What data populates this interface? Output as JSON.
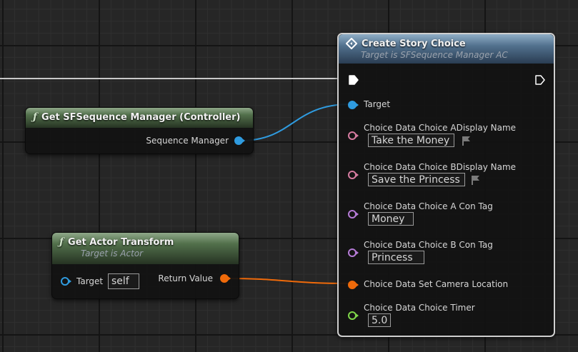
{
  "create_node": {
    "title": "Create Story Choice",
    "subtitle": "Target is SFSequence Manager AC",
    "target_label": "Target",
    "choice_a_name_label": "Choice Data Choice ADisplay Name",
    "choice_a_name_value": "Take the Money",
    "choice_b_name_label": "Choice Data Choice BDisplay Name",
    "choice_b_name_value": "Save the Princess",
    "choice_a_tag_label": "Choice Data Choice A Con Tag",
    "choice_a_tag_value": "Money",
    "choice_b_tag_label": "Choice Data Choice B Con Tag",
    "choice_b_tag_value": "Princess",
    "camera_label": "Choice Data Set Camera Location",
    "timer_label": "Choice Data Choice Timer",
    "timer_value": "5.0"
  },
  "get_manager_node": {
    "title": "Get SFSequence Manager (Controller)",
    "output_label": "Sequence Manager"
  },
  "get_transform_node": {
    "title": "Get Actor Transform",
    "subtitle": "Target is Actor",
    "target_label": "Target",
    "target_value": "self",
    "output_label": "Return Value"
  },
  "colors": {
    "object_pin": "#2f9bdf",
    "text_pin": "#d67ca0",
    "tag_pin": "#b57bd6",
    "transform_pin": "#ef6a0a",
    "float_pin": "#7fd64a",
    "exec_wire": "#cfcfcf"
  },
  "icons": [
    "function-icon",
    "event-diamond-icon",
    "exec-in-icon",
    "exec-out-icon",
    "flag-icon"
  ]
}
